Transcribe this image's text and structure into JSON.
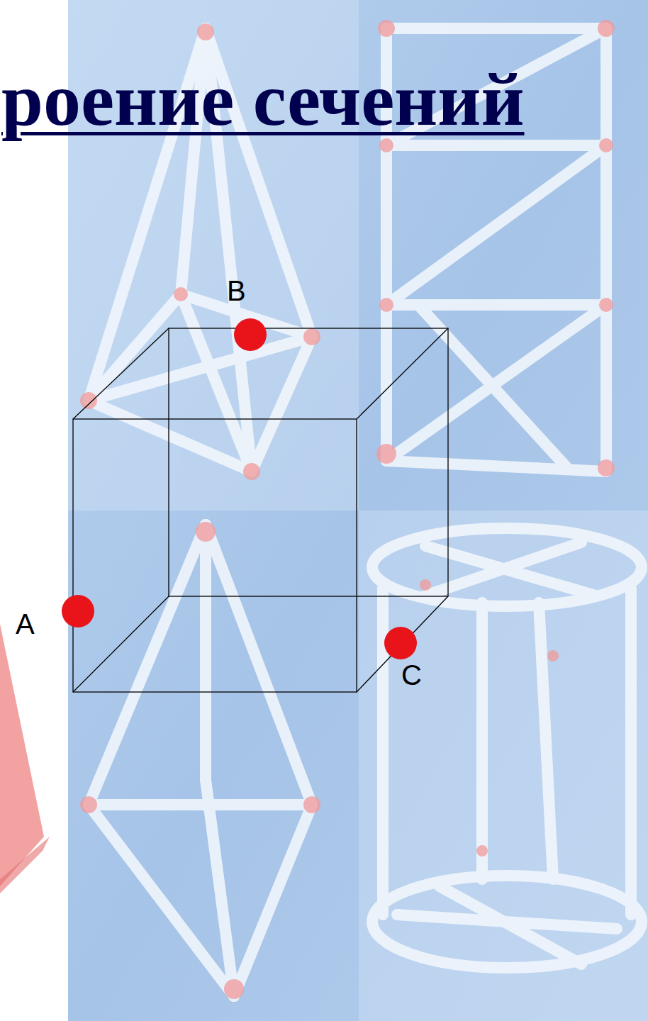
{
  "diagram": {
    "title": "роение сечений",
    "labels": [
      "B",
      "A",
      "C"
    ]
  }
}
